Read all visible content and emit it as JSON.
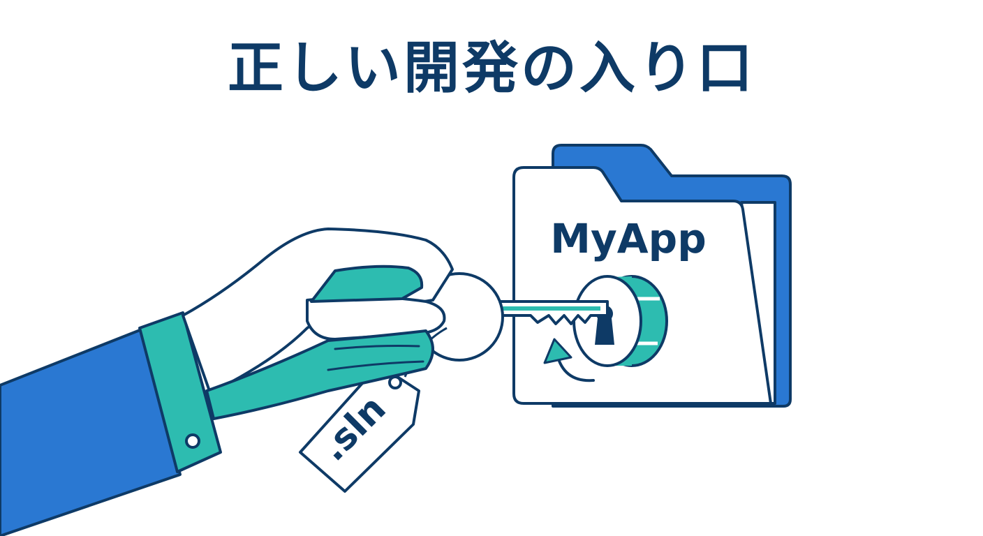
{
  "title": "正しい開発の入り口",
  "folder": {
    "label": "MyApp"
  },
  "tag": {
    "label": ".sln"
  },
  "colors": {
    "navy": "#0e3a66",
    "blue": "#2a78d2",
    "teal": "#2dbcb0",
    "white": "#ffffff"
  },
  "icons": [
    "hand-icon",
    "key-icon",
    "keyhole-icon",
    "folder-icon",
    "tag-icon",
    "rotate-arrow-icon"
  ]
}
